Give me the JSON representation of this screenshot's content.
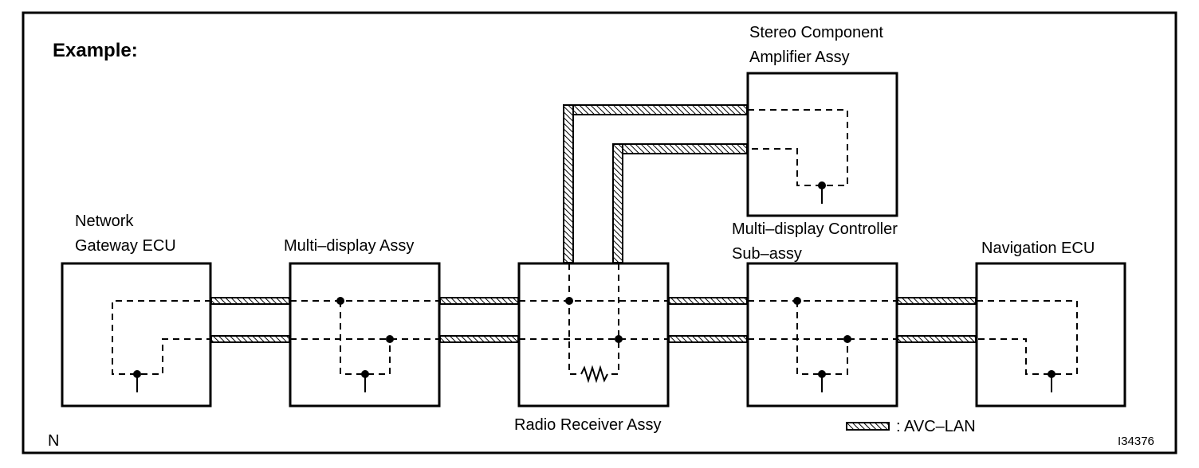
{
  "title": "Example:",
  "components": {
    "network_gateway": [
      "Network",
      "Gateway ECU"
    ],
    "multi_display": [
      "Multi–display Assy"
    ],
    "radio_receiver": [
      "Radio Receiver Assy"
    ],
    "multi_display_controller": [
      "Multi–display Controller",
      "Sub–assy"
    ],
    "navigation": [
      "Navigation ECU"
    ],
    "stereo_amplifier": [
      "Stereo Component",
      "Amplifier Assy"
    ]
  },
  "legend": {
    "label": ": AVC–LAN",
    "symbol": "hatched-line"
  },
  "corner_mark": "N",
  "figure_id": "I34376"
}
